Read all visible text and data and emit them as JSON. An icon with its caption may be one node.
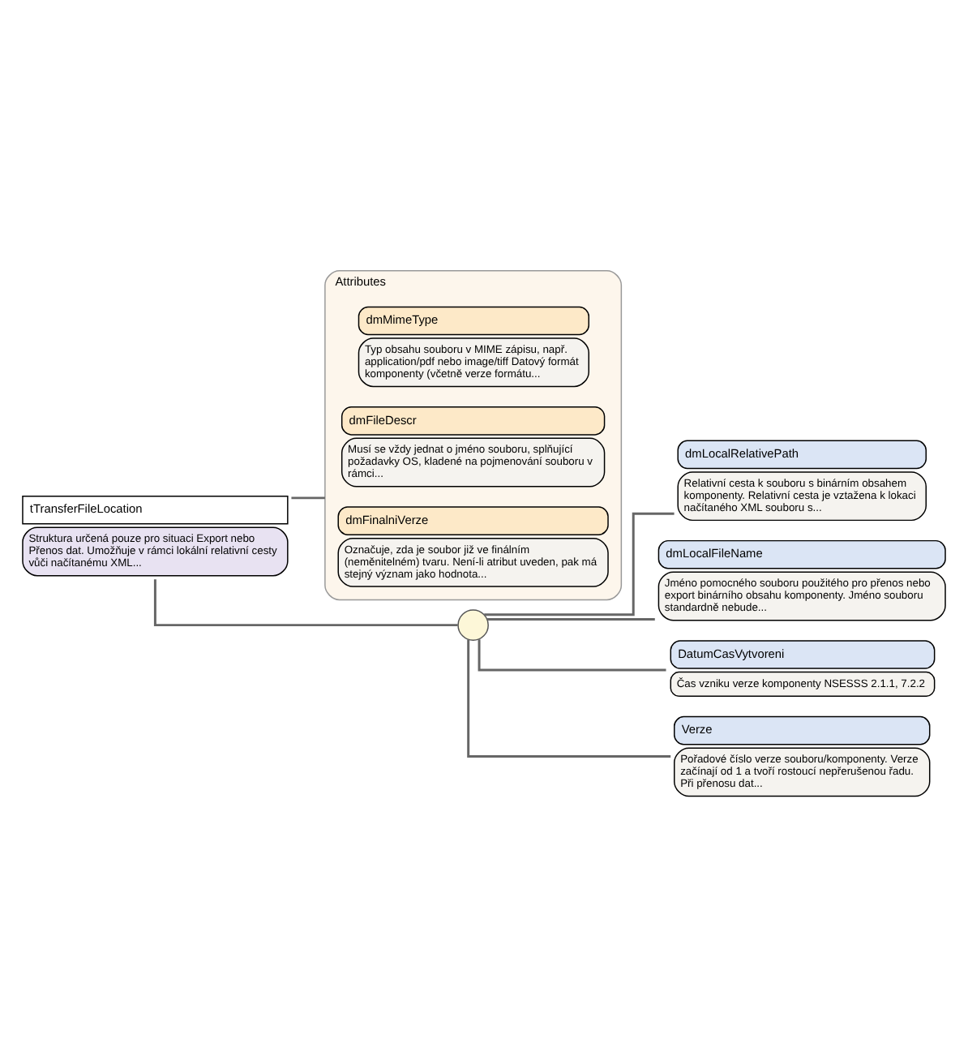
{
  "diagram": {
    "nodes": [
      {
        "text": [
          "tTransferFileLocation",
          "Struktura určená pouze pro situaci Export nebo Přenos dat. Umožňuje v rámci lokální relativní cesty vůči načítanému XML..."
        ]
      },
      {
        "text": [
          "Attributes"
        ]
      },
      {
        "text": [
          "dmMimeType",
          "Typ obsahu souboru v MIME zápisu, např. application/pdf nebo image/tiff Datový formát komponenty (včetně verze formátu..."
        ],
        "in": 1
      },
      {
        "text": [
          "dmFileDescr",
          "Musí se vždy jednat o jméno souboru, splňující požadavky OS, kladené na pojmenování souboru v rámci..."
        ],
        "in": 1
      },
      {
        "text": [
          "dmFinalniVerze",
          "Označuje, zda je soubor již ve finálním (neměnitelném) tvaru. Není-li atribut uveden, pak má stejný význam jako hodnota..."
        ],
        "in": 1
      },
      {
        "text": [],
        "shape": "circle"
      },
      {
        "text": [
          "dmLocalRelativePath",
          "Relativní cesta k souboru s binárním obsahem komponenty. Relativní cesta je vztažena k lokaci načítaného XML souboru s..."
        ]
      },
      {
        "text": [
          "dmLocalFileName",
          "Jméno pomocného souboru použitého pro přenos nebo export binárního obsahu komponenty. Jméno souboru standardně nebude..."
        ]
      },
      {
        "text": [
          "DatumCasVytvoreni",
          "Čas vzniku verze komponenty NSESSS 2.1.1, 7.2.2"
        ]
      },
      {
        "text": [
          "Verze",
          "Pořadové číslo verze souboru/komponenty. Verze začínají od 1 a tvoří rostoucí nepřerušenou řadu. Při přenosu dat..."
        ]
      }
    ],
    "edges": [
      {
        "from": 0,
        "to": 1,
        "arrow": "none"
      },
      {
        "from": 0,
        "to": 5,
        "arrow": "none"
      },
      {
        "from": 5,
        "to": 6,
        "arrow": "none"
      },
      {
        "from": 5,
        "to": 7,
        "arrow": "none"
      },
      {
        "from": 5,
        "to": 8,
        "arrow": "none"
      },
      {
        "from": 5,
        "to": 9,
        "arrow": "none"
      }
    ]
  }
}
